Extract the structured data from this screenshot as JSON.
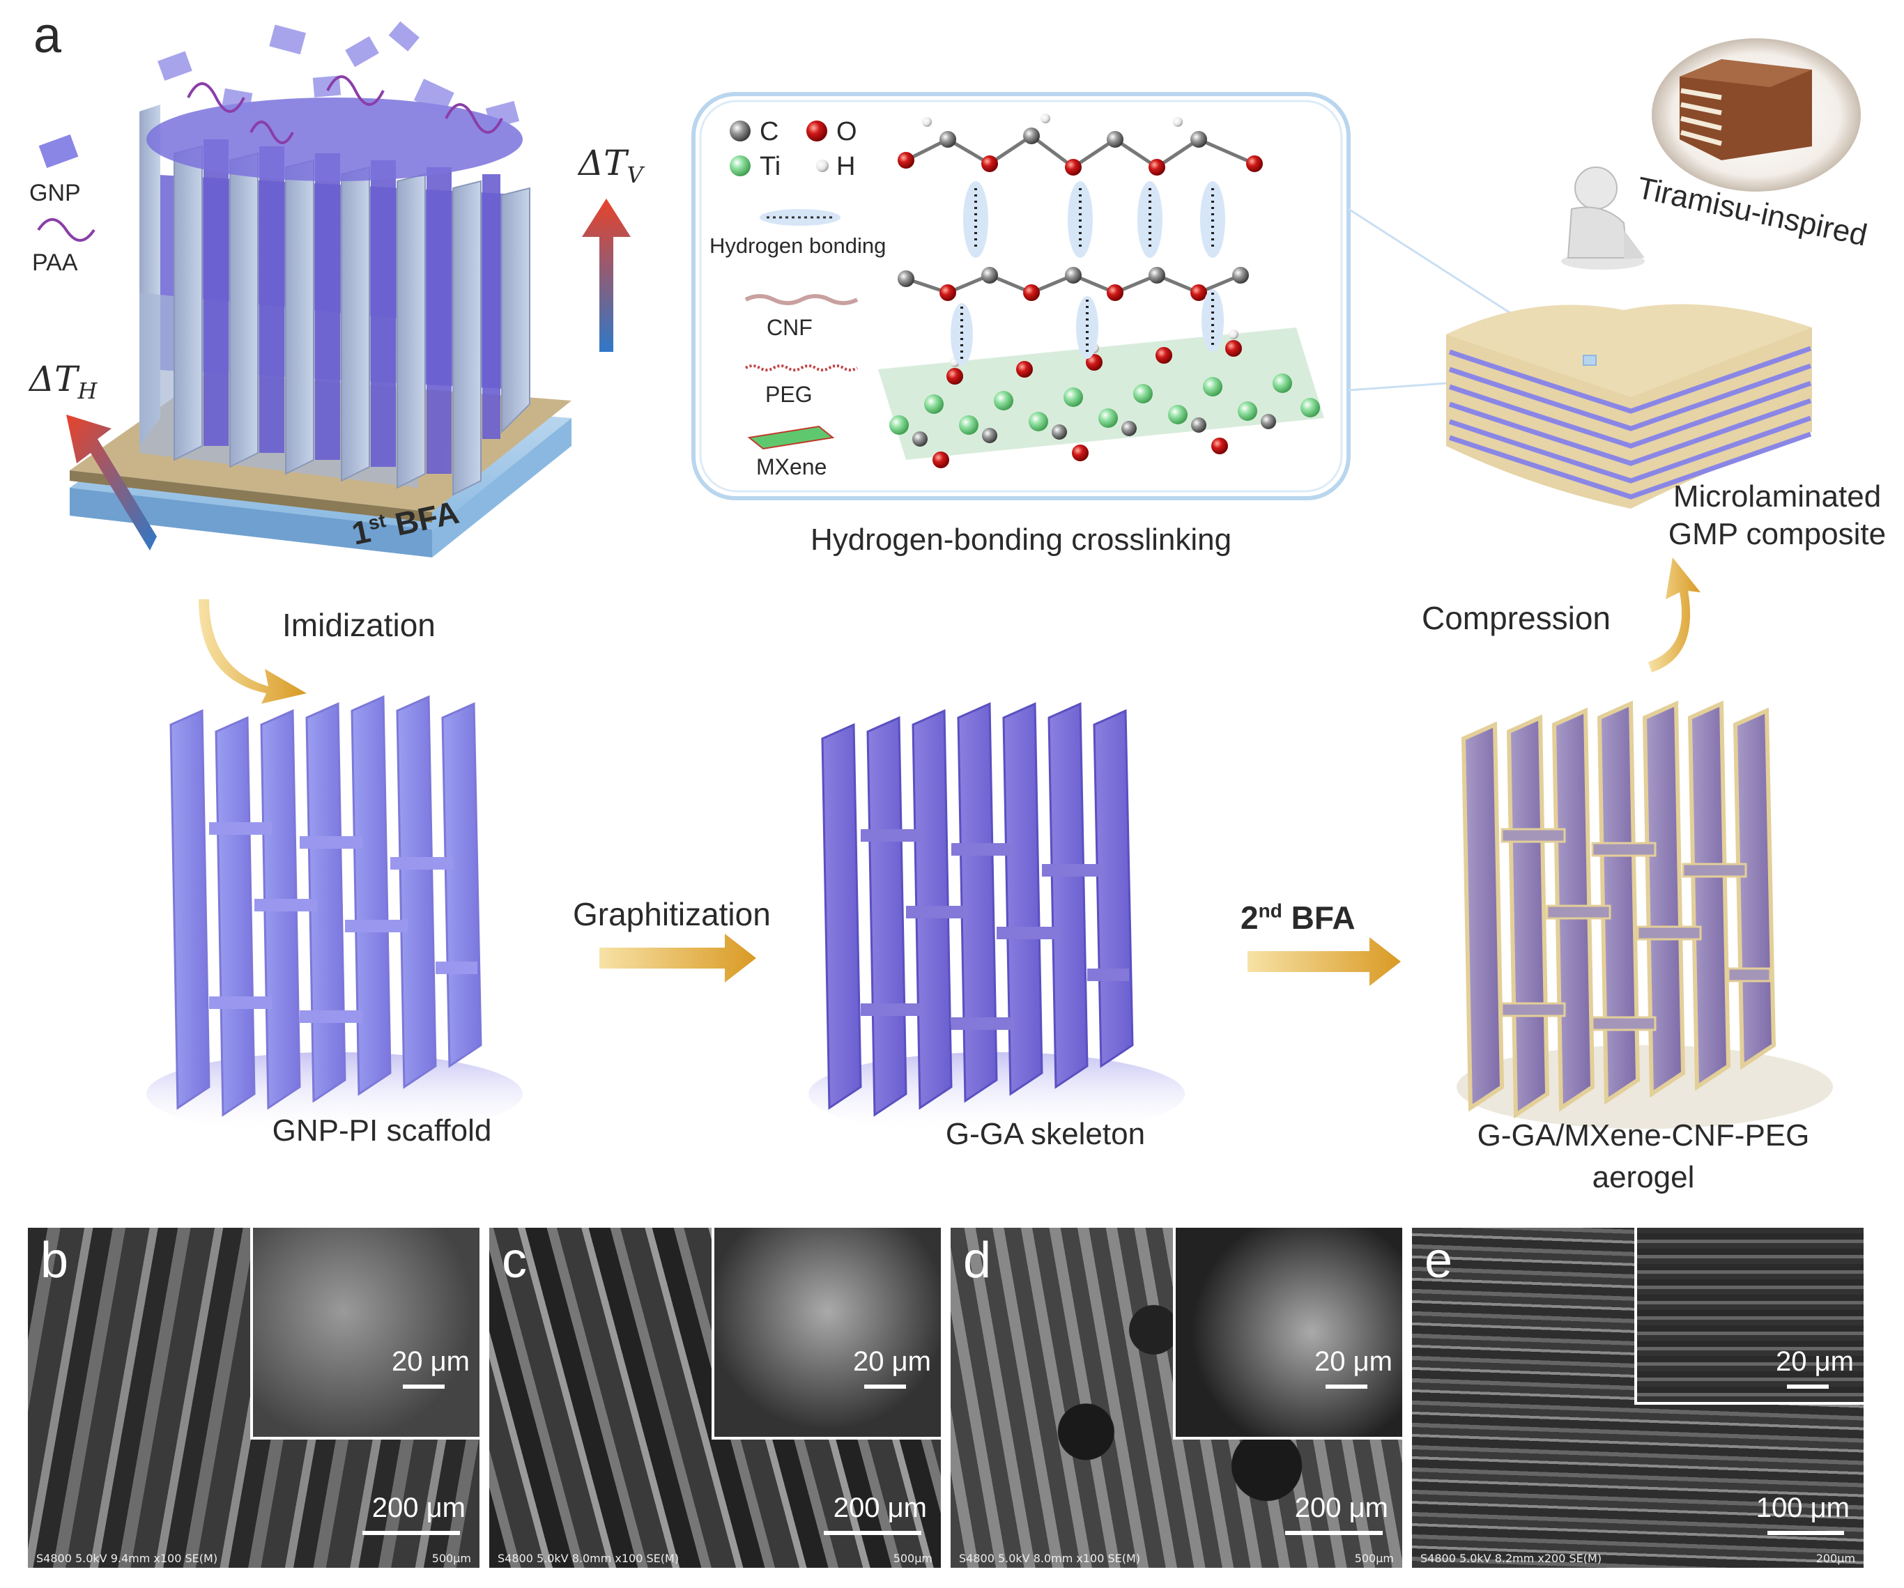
{
  "panel_a": {
    "letter": "a",
    "legend_gnp": "GNP",
    "legend_paa": "PAA",
    "delta_tv": "ΔT",
    "delta_tv_sub": "V",
    "delta_th": "ΔT",
    "delta_th_sub": "H",
    "first_bfa": "1",
    "first_bfa_sup": "st",
    "first_bfa_suffix": " BFA",
    "molecule_box": {
      "atom_c": "C",
      "atom_o": "O",
      "atom_ti": "Ti",
      "atom_h": "H",
      "hbond": "Hydrogen bonding",
      "cnf": "CNF",
      "peg": "PEG",
      "mxene": "MXene",
      "caption": "Hydrogen-bonding crosslinking"
    },
    "tiramisu": "Tiramisu-inspired",
    "composite_line1": "Microlaminated",
    "composite_line2": "GMP composite",
    "compression": "Compression",
    "imidization": "Imidization",
    "graphitization": "Graphitization",
    "second_bfa": "2",
    "second_bfa_sup": "nd",
    "second_bfa_suffix": " BFA",
    "scaffold": "GNP-PI scaffold",
    "skeleton": "G-GA skeleton",
    "aerogel_line1": "G-GA/MXene-CNF-PEG",
    "aerogel_line2": "aerogel"
  },
  "sem_panels": [
    {
      "letter": "b",
      "inset_bar": "20 μm",
      "main_bar": "200 μm",
      "meta": "S4800 5.0kV 9.4mm x100 SE(M)",
      "meta_r": "500μm"
    },
    {
      "letter": "c",
      "inset_bar": "20 μm",
      "main_bar": "200 μm",
      "meta": "S4800 5.0kV 8.0mm x100 SE(M)",
      "meta_r": "500μm"
    },
    {
      "letter": "d",
      "inset_bar": "20 μm",
      "main_bar": "200 μm",
      "meta": "S4800 5.0kV 8.0mm x100 SE(M)",
      "meta_r": "500μm"
    },
    {
      "letter": "e",
      "inset_bar": "20 μm",
      "main_bar": "100 μm",
      "meta": "S4800 5.0kV 8.2mm x200 SE(M)",
      "meta_r": "200μm"
    }
  ],
  "colors": {
    "purple": "#8a86e6",
    "purple_dark": "#6a5fd0",
    "gold": "#e0a93a",
    "red": "#e8432a",
    "blue": "#2f78c8",
    "beige": "#e6d3a6"
  }
}
